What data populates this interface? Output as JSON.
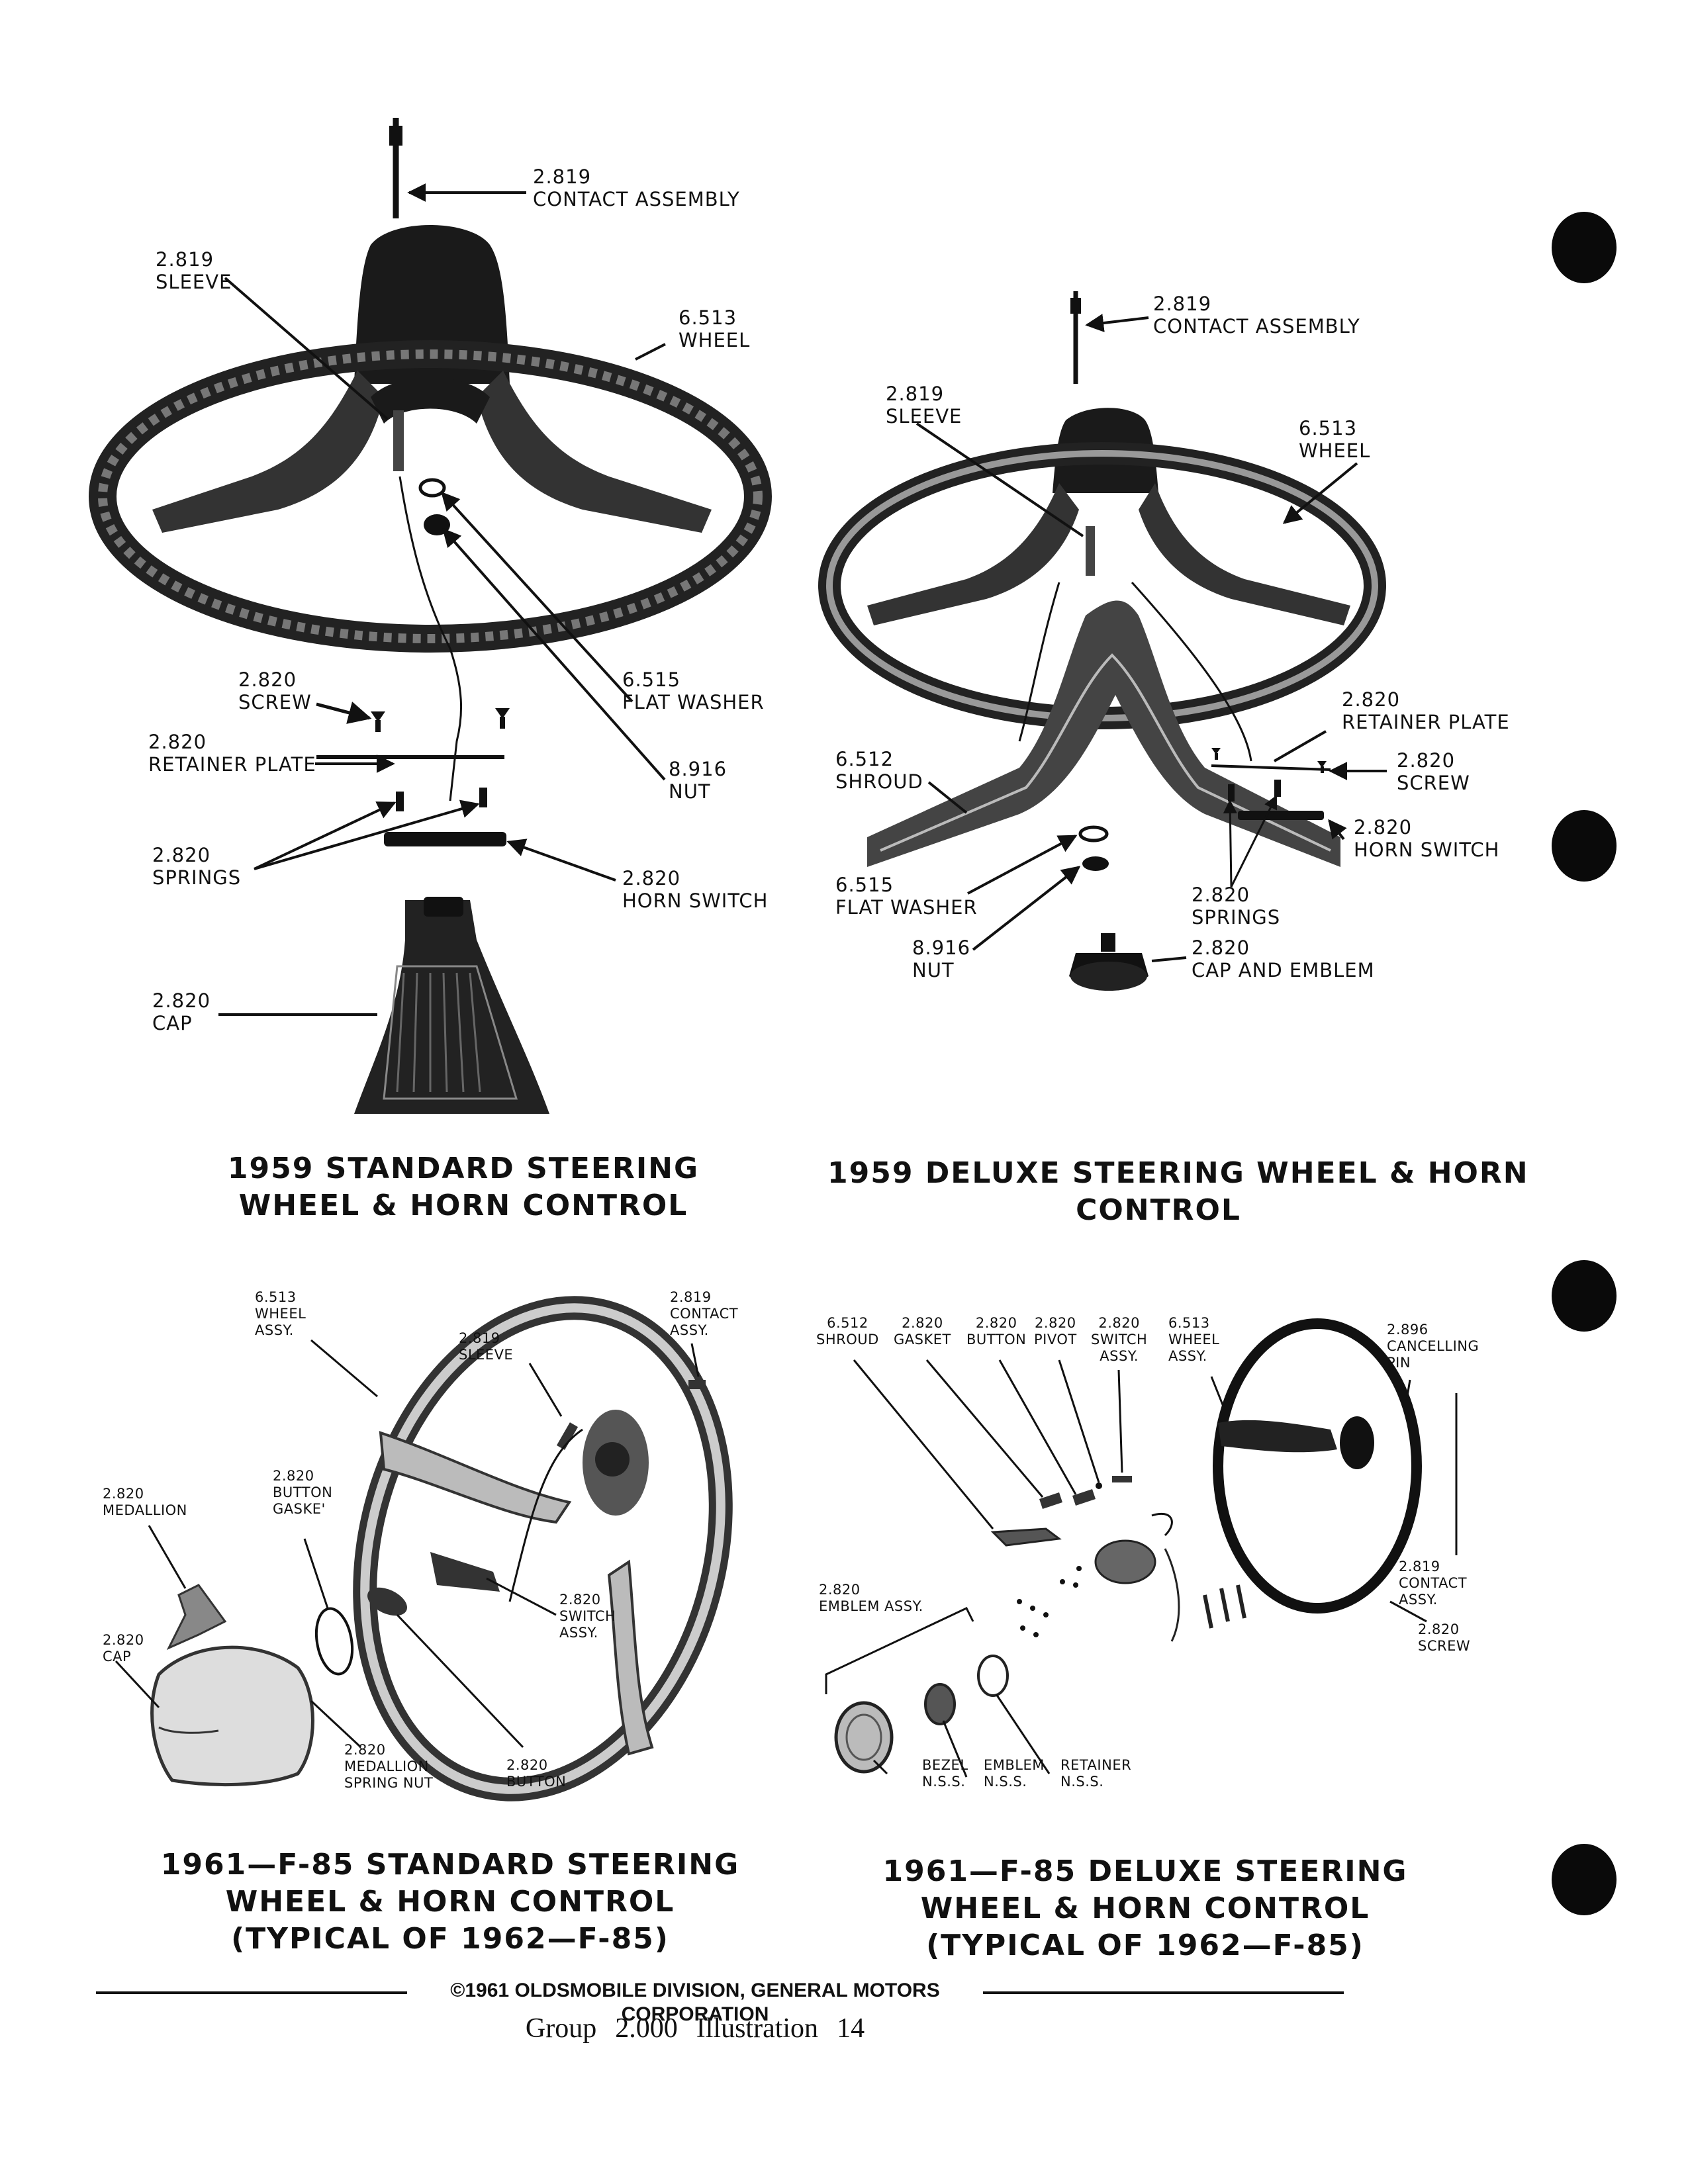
{
  "diagrams": {
    "std_1959": {
      "title_lines": [
        "1959 STANDARD STEERING",
        "WHEEL & HORN CONTROL"
      ],
      "callouts": {
        "contact": {
          "num": "2.819",
          "name": "CONTACT ASSEMBLY"
        },
        "sleeve": {
          "num": "2.819",
          "name": "SLEEVE"
        },
        "wheel": {
          "num": "6.513",
          "name": "WHEEL"
        },
        "screw": {
          "num": "2.820",
          "name": "SCREW"
        },
        "flat_washer": {
          "num": "6.515",
          "name": "FLAT WASHER"
        },
        "retainer_plate": {
          "num": "2.820",
          "name": "RETAINER PLATE"
        },
        "nut": {
          "num": "8.916",
          "name": "NUT"
        },
        "springs": {
          "num": "2.820",
          "name": "SPRINGS"
        },
        "horn_switch": {
          "num": "2.820",
          "name": "HORN SWITCH"
        },
        "cap": {
          "num": "2.820",
          "name": "CAP"
        }
      }
    },
    "dlx_1959": {
      "title_lines": [
        "1959 DELUXE STEERING WHEEL & HORN",
        "CONTROL"
      ],
      "callouts": {
        "contact": {
          "num": "2.819",
          "name": "CONTACT ASSEMBLY"
        },
        "sleeve": {
          "num": "2.819",
          "name": "SLEEVE"
        },
        "wheel": {
          "num": "6.513",
          "name": "WHEEL"
        },
        "retainer_plate": {
          "num": "2.820",
          "name": "RETAINER PLATE"
        },
        "shroud": {
          "num": "6.512",
          "name": "SHROUD"
        },
        "screw": {
          "num": "2.820",
          "name": "SCREW"
        },
        "horn_switch": {
          "num": "2.820",
          "name": "HORN SWITCH"
        },
        "flat_washer": {
          "num": "6.515",
          "name": "FLAT WASHER"
        },
        "springs": {
          "num": "2.820",
          "name": "SPRINGS"
        },
        "nut": {
          "num": "8.916",
          "name": "NUT"
        },
        "cap_emblem": {
          "num": "2.820",
          "name": "CAP AND EMBLEM"
        }
      }
    },
    "std_1961": {
      "title_lines": [
        "1961—F-85 STANDARD STEERING",
        "WHEEL & HORN CONTROL",
        "(TYPICAL OF 1962—F-85)"
      ],
      "callouts": {
        "wheel": {
          "num": "6.513",
          "name": "WHEEL",
          "name2": "ASSY."
        },
        "contact": {
          "num": "2.819",
          "name": "CONTACT",
          "name2": "ASSY."
        },
        "sleeve": {
          "num": "2.819",
          "name": "SLEEVE"
        },
        "medallion": {
          "num": "2.820",
          "name": "MEDALLION"
        },
        "button_gasket": {
          "num": "2.820",
          "name": "BUTTON",
          "name2": "GASKE'"
        },
        "switch": {
          "num": "2.820",
          "name": "SWITCH",
          "name2": "ASSY."
        },
        "cap": {
          "num": "2.820",
          "name": "CAP"
        },
        "spring_nut": {
          "num": "2.820",
          "name": "MEDALLION",
          "name2": "SPRING NUT"
        },
        "button": {
          "num": "2.820",
          "name": "BUTTON"
        }
      }
    },
    "dlx_1961": {
      "title_lines": [
        "1961—F-85 DELUXE STEERING",
        "WHEEL & HORN CONTROL",
        "(TYPICAL OF 1962—F-85)"
      ],
      "callouts": {
        "shroud": {
          "num": "6.512",
          "name": "SHROUD"
        },
        "gasket": {
          "num": "2.820",
          "name": "GASKET"
        },
        "button": {
          "num": "2.820",
          "name": "BUTTON"
        },
        "pivot": {
          "num": "2.820",
          "name": "PIVOT"
        },
        "switch": {
          "num": "2.820",
          "name": "SWITCH",
          "name2": "ASSY."
        },
        "wheel": {
          "num": "6.513",
          "name": "WHEEL",
          "name2": "ASSY."
        },
        "cancelling_pin": {
          "num": "2.896",
          "name": "CANCELLING",
          "name2": "PIN"
        },
        "emblem_assy": {
          "num": "2.820",
          "name": "EMBLEM ASSY."
        },
        "contact": {
          "num": "2.819",
          "name": "CONTACT",
          "name2": "ASSY."
        },
        "screw": {
          "num": "2.820",
          "name": "SCREW"
        },
        "bezel": {
          "name": "BEZEL",
          "name2": "N.S.S."
        },
        "emblem": {
          "name": "EMBLEM",
          "name2": "N.S.S."
        },
        "retainer": {
          "name": "RETAINER",
          "name2": "N.S.S."
        }
      }
    }
  },
  "footer": {
    "copyright": "©1961 OLDSMOBILE DIVISION, GENERAL MOTORS CORPORATION",
    "group_label": "Group",
    "group_value": "2.000",
    "illustration_label": "Illustration",
    "illustration_value": "14"
  }
}
